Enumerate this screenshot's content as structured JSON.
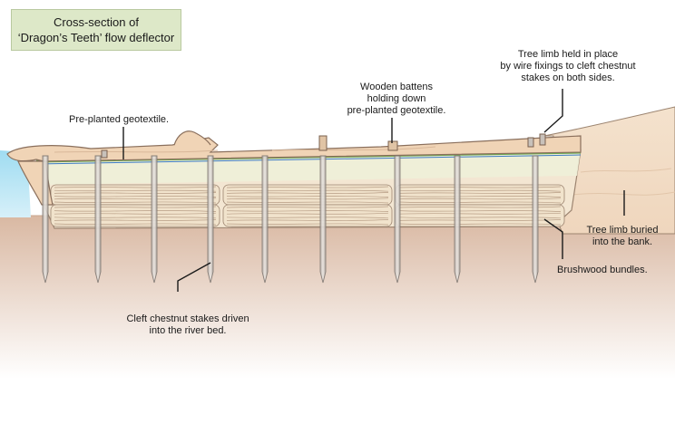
{
  "title": {
    "line1": "Cross-section of",
    "line2": "‘Dragon’s Teeth’ flow deflector"
  },
  "labels": {
    "geotextile": "Pre-planted geotextile.",
    "battens": [
      "Wooden battens",
      "holding down",
      "pre-planted geotextile."
    ],
    "tree_limb_held": [
      "Tree limb held in place",
      "by wire fixings to cleft chestnut",
      "stakes on both sides."
    ],
    "tree_limb_buried": [
      "Tree limb buried",
      "into the bank."
    ],
    "brushwood": "Brushwood bundles.",
    "stakes": [
      "Cleft chestnut stakes driven",
      "into the river bed."
    ]
  },
  "colors": {
    "water": "#8fd3ec",
    "riverbed": "#d9b8a2",
    "bank": "#f2dcc3",
    "log": "#f0d4b6",
    "brushwood": "#efe0c8",
    "geotextile": "#6aa84f",
    "title_bg": "#dde8c8"
  }
}
